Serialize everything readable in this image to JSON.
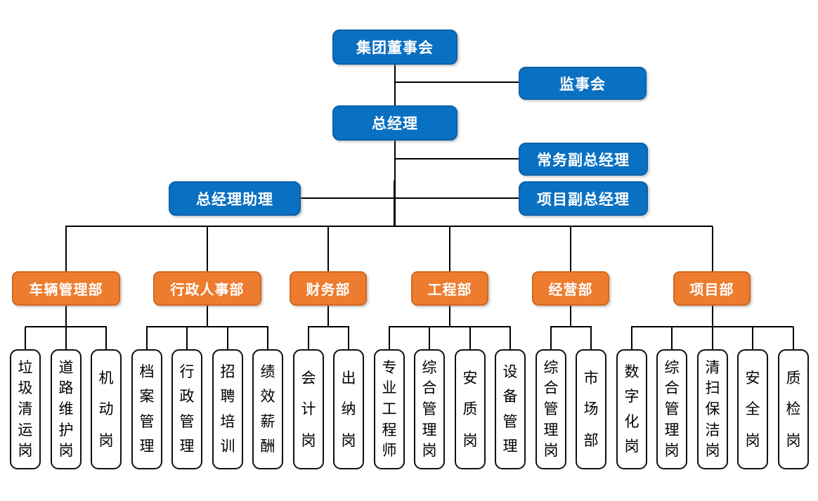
{
  "org": {
    "board": {
      "label": "集团董事会"
    },
    "supervisory": {
      "label": "监事会"
    },
    "gm": {
      "label": "总经理"
    },
    "exec_deputy_gm": {
      "label": "常务副总经理"
    },
    "gm_assistant": {
      "label": "总经理助理"
    },
    "project_deputy_gm": {
      "label": "项目副总经理"
    },
    "departments": [
      {
        "label": "车辆管理部",
        "positions": [
          "垃圾清运岗",
          "道路维护岗",
          "机动岗"
        ]
      },
      {
        "label": "行政人事部",
        "positions": [
          "档案管理",
          "行政管理",
          "招聘培训",
          "绩效薪酬"
        ]
      },
      {
        "label": "财务部",
        "positions": [
          "会计岗",
          "出纳岗"
        ]
      },
      {
        "label": "工程部",
        "positions": [
          "专业工程师",
          "综合管理岗",
          "安质岗",
          "设备管理"
        ]
      },
      {
        "label": "经营部",
        "positions": [
          "综合管理岗",
          "市场部"
        ]
      },
      {
        "label": "项目部",
        "positions": [
          "数字化岗",
          "综合管理岗",
          "清扫保洁岗",
          "安全岗",
          "质检岗"
        ]
      }
    ]
  },
  "colors": {
    "node_blue": "#0a70c2",
    "node_blue_border": "#0a61a8",
    "dept_orange": "#ed7c2f",
    "dept_orange_border": "#d2691c",
    "connector": "#000000",
    "position_border": "#111111",
    "background": "#ffffff"
  }
}
